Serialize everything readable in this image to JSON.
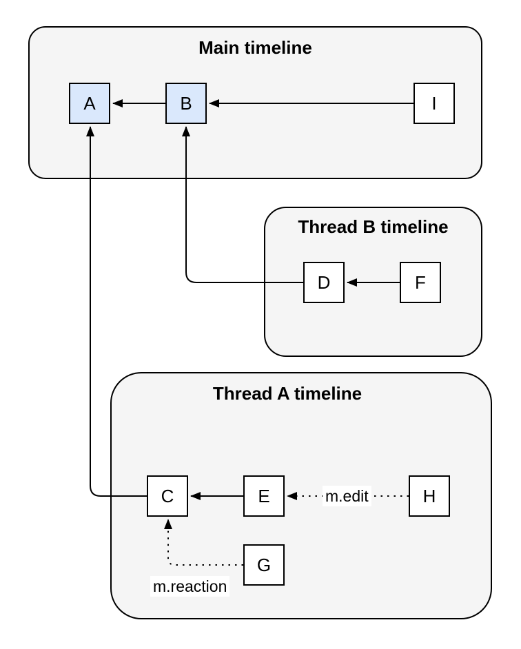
{
  "groups": [
    {
      "title": "Main timeline"
    },
    {
      "title": "Thread B timeline"
    },
    {
      "title": "Thread A timeline"
    }
  ],
  "nodes": {
    "a": {
      "label": "A",
      "highlighted": true
    },
    "b": {
      "label": "B",
      "highlighted": true
    },
    "i": {
      "label": "I",
      "highlighted": false
    },
    "d": {
      "label": "D",
      "highlighted": false
    },
    "f": {
      "label": "F",
      "highlighted": false
    },
    "c": {
      "label": "C",
      "highlighted": false
    },
    "e": {
      "label": "E",
      "highlighted": false
    },
    "h": {
      "label": "H",
      "highlighted": false
    },
    "g": {
      "label": "G",
      "highlighted": false
    }
  },
  "edges": [
    {
      "from": "B",
      "to": "A",
      "style": "solid",
      "label": ""
    },
    {
      "from": "I",
      "to": "B",
      "style": "solid",
      "label": ""
    },
    {
      "from": "D",
      "to": "B",
      "style": "solid",
      "label": ""
    },
    {
      "from": "F",
      "to": "D",
      "style": "solid",
      "label": ""
    },
    {
      "from": "C",
      "to": "A",
      "style": "solid",
      "label": ""
    },
    {
      "from": "E",
      "to": "C",
      "style": "solid",
      "label": ""
    },
    {
      "from": "H",
      "to": "E",
      "style": "dotted",
      "label": "m.edit"
    },
    {
      "from": "G",
      "to": "C",
      "style": "dotted",
      "label": "m.reaction"
    }
  ],
  "colors": {
    "group_fill": "#f5f5f5",
    "node_highlight_fill": "#dae8fc",
    "node_fill": "#ffffff",
    "stroke": "#000000"
  }
}
